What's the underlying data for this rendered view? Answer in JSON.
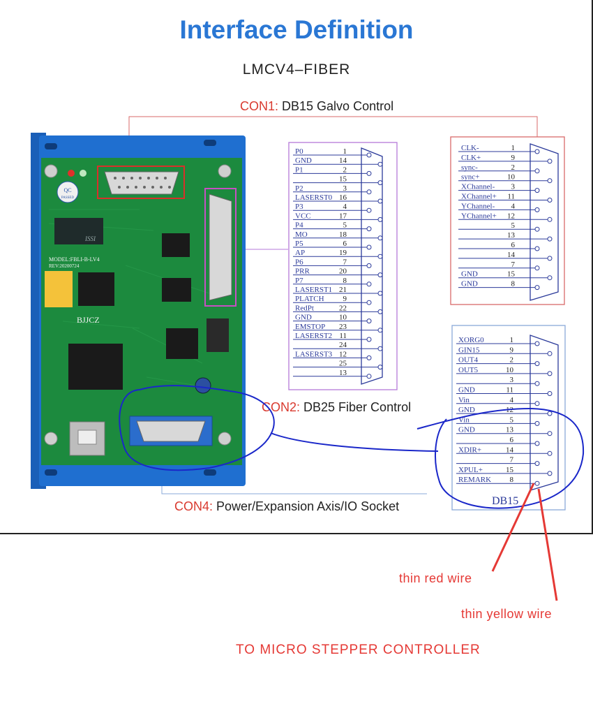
{
  "title": "Interface Definition",
  "subtitle": "LMCV4–FIBER",
  "connectors": {
    "con1": {
      "id": "CON1:",
      "desc": " DB15 Galvo Control"
    },
    "con2": {
      "id": "CON2:",
      "desc": " DB25 Fiber Control"
    },
    "con4": {
      "id": "CON4:",
      "desc": " Power/Expansion Axis/IO Socket"
    }
  },
  "db25_pins": [
    {
      "name": "P0",
      "num": "1"
    },
    {
      "name": "GND",
      "num": "14"
    },
    {
      "name": "P1",
      "num": "2"
    },
    {
      "name": "",
      "num": "15"
    },
    {
      "name": "P2",
      "num": "3"
    },
    {
      "name": "LASERST0",
      "num": "16"
    },
    {
      "name": "P3",
      "num": "4"
    },
    {
      "name": "VCC",
      "num": "17"
    },
    {
      "name": "P4",
      "num": "5"
    },
    {
      "name": "MO",
      "num": "18"
    },
    {
      "name": "P5",
      "num": "6"
    },
    {
      "name": "AP",
      "num": "19"
    },
    {
      "name": "P6",
      "num": "7"
    },
    {
      "name": "PRR",
      "num": "20"
    },
    {
      "name": "P7",
      "num": "8"
    },
    {
      "name": "LASERST1",
      "num": "21"
    },
    {
      "name": "PLATCH",
      "num": "9"
    },
    {
      "name": "RedPt",
      "num": "22"
    },
    {
      "name": "GND",
      "num": "10"
    },
    {
      "name": "EMSTOP",
      "num": "23"
    },
    {
      "name": "LASERST2",
      "num": "11"
    },
    {
      "name": "",
      "num": "24"
    },
    {
      "name": "LASERST3",
      "num": "12"
    },
    {
      "name": "",
      "num": "25"
    },
    {
      "name": "",
      "num": "13"
    }
  ],
  "db15_galvo_pins": [
    {
      "name": "CLK-",
      "num": "1"
    },
    {
      "name": "CLK+",
      "num": "9"
    },
    {
      "name": "sync-",
      "num": "2"
    },
    {
      "name": "sync+",
      "num": "10"
    },
    {
      "name": "XChannel-",
      "num": "3"
    },
    {
      "name": "XChannel+",
      "num": "11"
    },
    {
      "name": "YChannel-",
      "num": "4"
    },
    {
      "name": "YChannel+",
      "num": "12"
    },
    {
      "name": "",
      "num": "5"
    },
    {
      "name": "",
      "num": "13"
    },
    {
      "name": "",
      "num": "6"
    },
    {
      "name": "",
      "num": "14"
    },
    {
      "name": "",
      "num": "7"
    },
    {
      "name": "GND",
      "num": "15"
    },
    {
      "name": "GND",
      "num": "8"
    }
  ],
  "db15_io_pins": [
    {
      "name": "XORG0",
      "num": "1"
    },
    {
      "name": "GIN15",
      "num": "9"
    },
    {
      "name": "OUT4",
      "num": "2"
    },
    {
      "name": "OUT5",
      "num": "10"
    },
    {
      "name": "",
      "num": "3"
    },
    {
      "name": "GND",
      "num": "11"
    },
    {
      "name": "Vin",
      "num": "4"
    },
    {
      "name": "GND",
      "num": "12"
    },
    {
      "name": "Vin",
      "num": "5"
    },
    {
      "name": "GND",
      "num": "13"
    },
    {
      "name": "",
      "num": "6"
    },
    {
      "name": "XDIR+",
      "num": "14"
    },
    {
      "name": "",
      "num": "7"
    },
    {
      "name": "XPUL+",
      "num": "15"
    },
    {
      "name": "REMARK",
      "num": "8"
    }
  ],
  "db15_label": "DB15",
  "board": {
    "model": "MODEL:FBLI-B-LV4",
    "rev": "REV:20200724",
    "brand": "BJJCZ",
    "qc": "QC",
    "passed": "PASSED",
    "chip": "ISSI"
  },
  "notes": {
    "red_wire": "thin red wire",
    "yellow_wire": "thin yellow wire",
    "controller": "TO MICRO STEPPER CONTROLLER"
  },
  "colors": {
    "title": "#2a77d4",
    "connector_label": "#d93a2f",
    "annotation_blue": "#1a27c9",
    "annotation_red": "#e53935",
    "board_green": "#1c8a3e",
    "case_blue": "#1f6fd0"
  }
}
